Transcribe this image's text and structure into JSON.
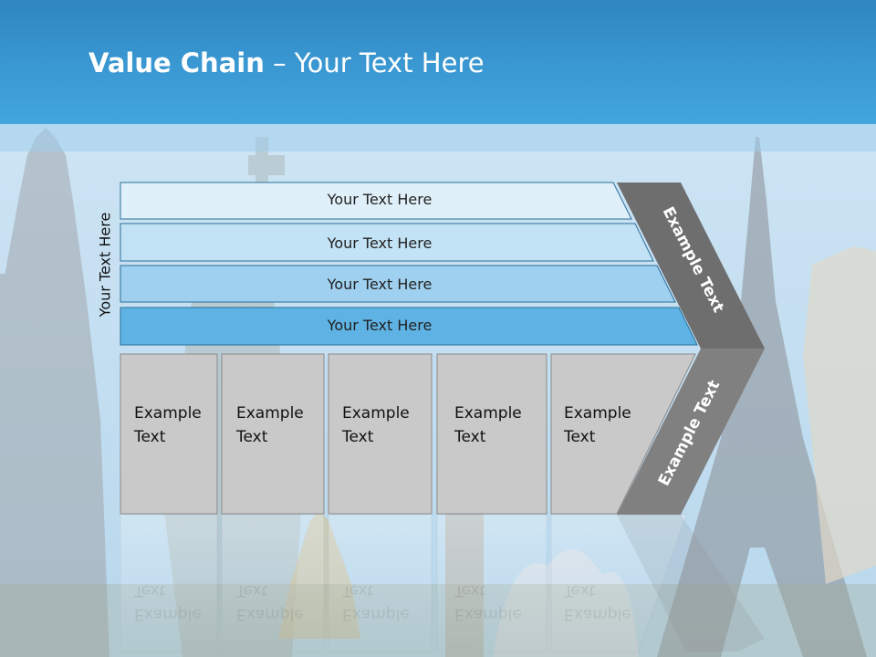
{
  "slide": {
    "title_bold": "Value Chain",
    "title_rest": " – Your Text Here",
    "side_label": "Your Text Here"
  },
  "rows": [
    {
      "label": "Your Text Here",
      "color": "#dff0fa"
    },
    {
      "label": "Your Text Here",
      "color": "#c2e2f5"
    },
    {
      "label": "Your Text Here",
      "color": "#9fd0ef"
    },
    {
      "label": "Your Text Here",
      "color": "#5fb3e4"
    }
  ],
  "boxes": [
    {
      "line1": "Example",
      "line2": "Text"
    },
    {
      "line1": "Example",
      "line2": "Text"
    },
    {
      "line1": "Example",
      "line2": "Text"
    },
    {
      "line1": "Example",
      "line2": "Text"
    },
    {
      "line1": "Example",
      "line2": "Text"
    }
  ],
  "chevron": {
    "upper_label": "Example Text",
    "lower_label": "Example Text",
    "upper_color": "#6e6e6e",
    "lower_color": "#808080"
  },
  "colors": {
    "header": "#3a98d2",
    "box_fill": "#c9c9c9",
    "box_stroke": "#8a8a8a",
    "row_stroke": "#2a6f9a"
  }
}
